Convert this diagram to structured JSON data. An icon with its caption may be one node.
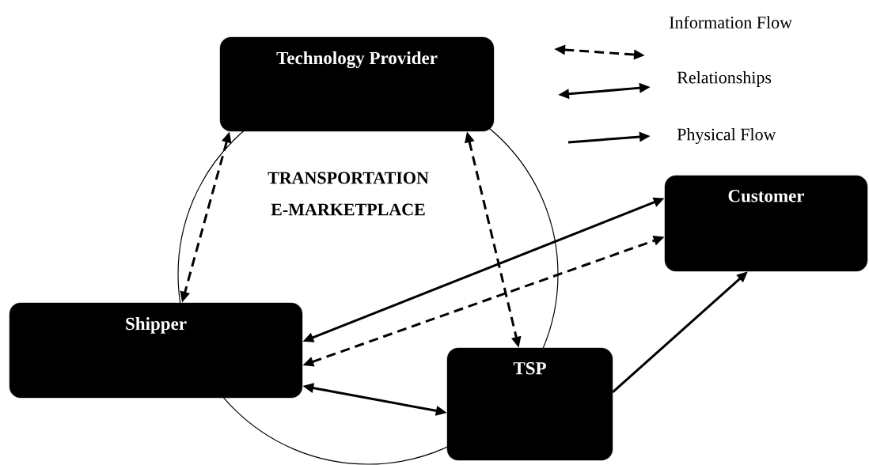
{
  "diagram": {
    "nodes": [
      {
        "text": [
          "Technology Provider"
        ]
      },
      {
        "text": [
          "TRANSPORTATION E-MARKETPLACE"
        ]
      },
      {
        "text": [
          "Customer"
        ]
      },
      {
        "text": [
          "Shipper"
        ]
      },
      {
        "text": [
          "TSP"
        ]
      }
    ],
    "edges": [
      {
        "from": 0,
        "to": 3,
        "arrow": "both",
        "style": "dashed"
      },
      {
        "from": 0,
        "to": 4,
        "arrow": "both",
        "style": "dashed"
      },
      {
        "from": 3,
        "to": 2,
        "arrow": "both"
      },
      {
        "from": 3,
        "to": 2,
        "arrow": "both",
        "style": "dashed"
      },
      {
        "from": 3,
        "to": 4,
        "arrow": "both"
      },
      {
        "from": 4,
        "to": 2,
        "arrow": "to"
      }
    ],
    "legend": [
      {
        "text": "Information Flow"
      },
      {
        "text": "Relationships"
      },
      {
        "text": "Physical Flow"
      }
    ]
  }
}
